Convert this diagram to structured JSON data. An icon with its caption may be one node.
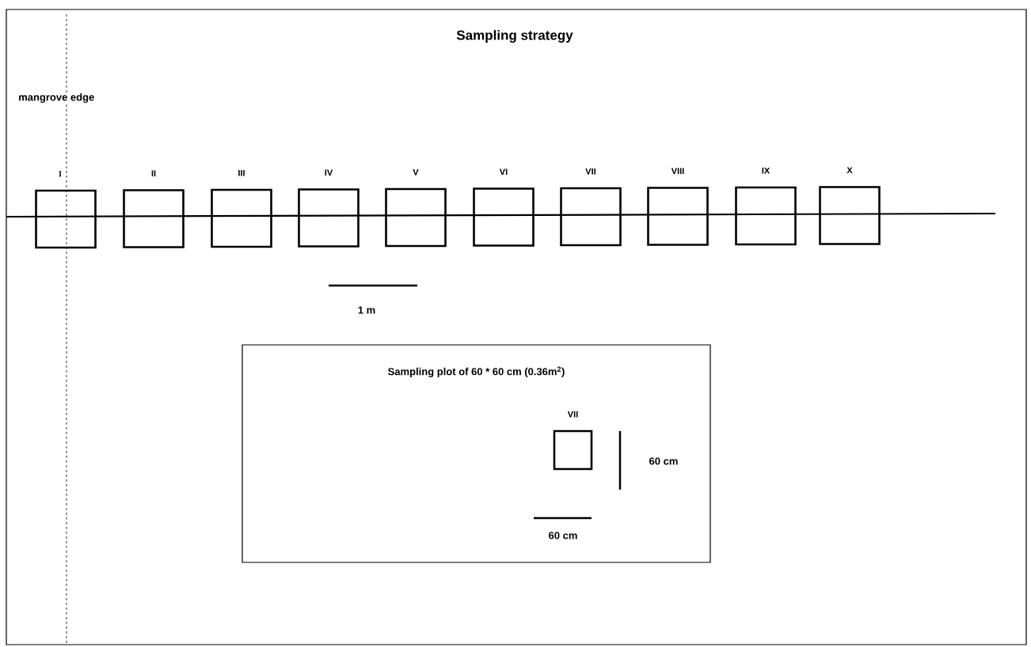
{
  "diagram": {
    "title": "Sampling strategy",
    "nodes": [
      {
        "text": [
          "I"
        ]
      },
      {
        "text": [
          "II"
        ]
      },
      {
        "text": [
          "III"
        ]
      },
      {
        "text": [
          "IV"
        ]
      },
      {
        "text": [
          "V"
        ]
      },
      {
        "text": [
          "VI"
        ]
      },
      {
        "text": [
          "VII"
        ]
      },
      {
        "text": [
          "VIII"
        ]
      },
      {
        "text": [
          "IX"
        ]
      },
      {
        "text": [
          "X"
        ]
      },
      {
        "text": [
          "Sampling plot of 60 * 60 cm (0.36m$^{2}$)"
        ]
      },
      {
        "text": [
          "VII"
        ],
        "in": 10
      }
    ],
    "edges": [],
    "labels": [
      "mangrove edge",
      "1 m",
      "60 cm",
      "60 cm"
    ]
  }
}
